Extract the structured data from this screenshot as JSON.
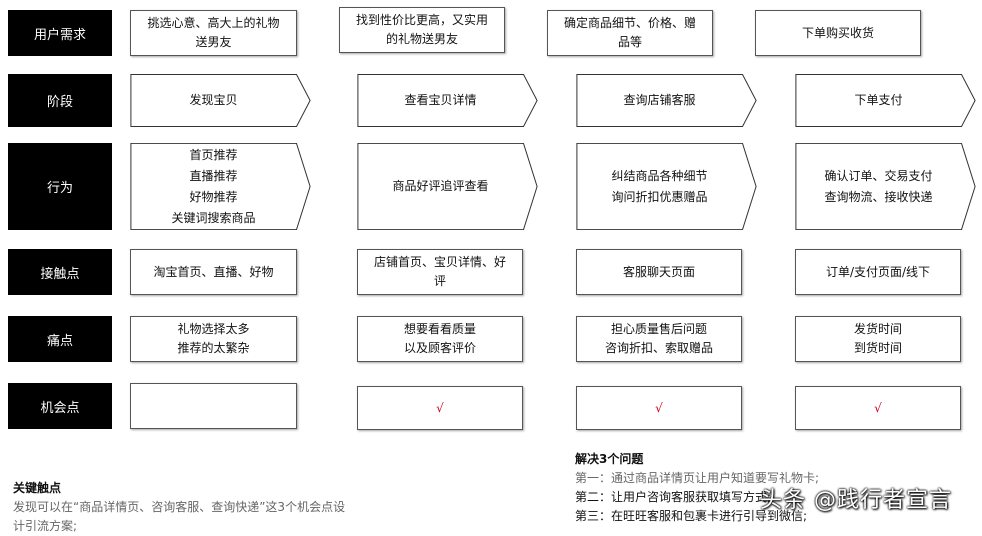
{
  "rows": {
    "needs": {
      "label": "用户需求",
      "cells": [
        "挑选心意、高大上的礼物\n送男友",
        "找到性价比更高，又实用\n的礼物送男友",
        "确定商品细节、价格、赠\n品等",
        "下单购买收货"
      ]
    },
    "stage": {
      "label": "阶段",
      "cells": [
        "发现宝贝",
        "查看宝贝详情",
        "查询店铺客服",
        "下单支付"
      ]
    },
    "behavior": {
      "label": "行为",
      "cells": [
        "首页推荐\n直播推荐\n好物推荐\n关键词搜索商品",
        "商品好评追评查看",
        "纠结商品各种细节\n询问折扣优惠赠品",
        "确认订单、交易支付\n查询物流、接收快递"
      ]
    },
    "touchpoint": {
      "label": "接触点",
      "cells": [
        "淘宝首页、直播、好物",
        "店铺首页、宝贝详情、好\n评",
        "客服聊天页面",
        "订单/支付页面/线下"
      ]
    },
    "pain": {
      "label": "痛点",
      "cells": [
        "礼物选择太多\n推荐的太繁杂",
        "想要看看质量\n以及顾客评价",
        "担心质量售后问题\n咨询折扣、索取赠品",
        "发货时间\n到货时间"
      ]
    },
    "opportunity": {
      "label": "机会点",
      "cells": [
        "",
        "√",
        "√",
        "√"
      ]
    }
  },
  "notes": {
    "key_touch": {
      "title": "关键触点",
      "text": "发现可以在“商品详情页、咨询客服、查询快递”这3个机会点设\n计引流方案;"
    },
    "solve": {
      "title": "解决3个问题",
      "lines": [
        "第一：通过商品详情页让用户知道要写礼物卡;",
        "第二：让用户咨询客服获取填写方式;",
        "第三：在旺旺客服和包裹卡进行引导到微信;"
      ]
    }
  },
  "watermark": "头条 @践行者宣言",
  "colors": {
    "label_bg": "#000000",
    "check": "#d0021b"
  }
}
